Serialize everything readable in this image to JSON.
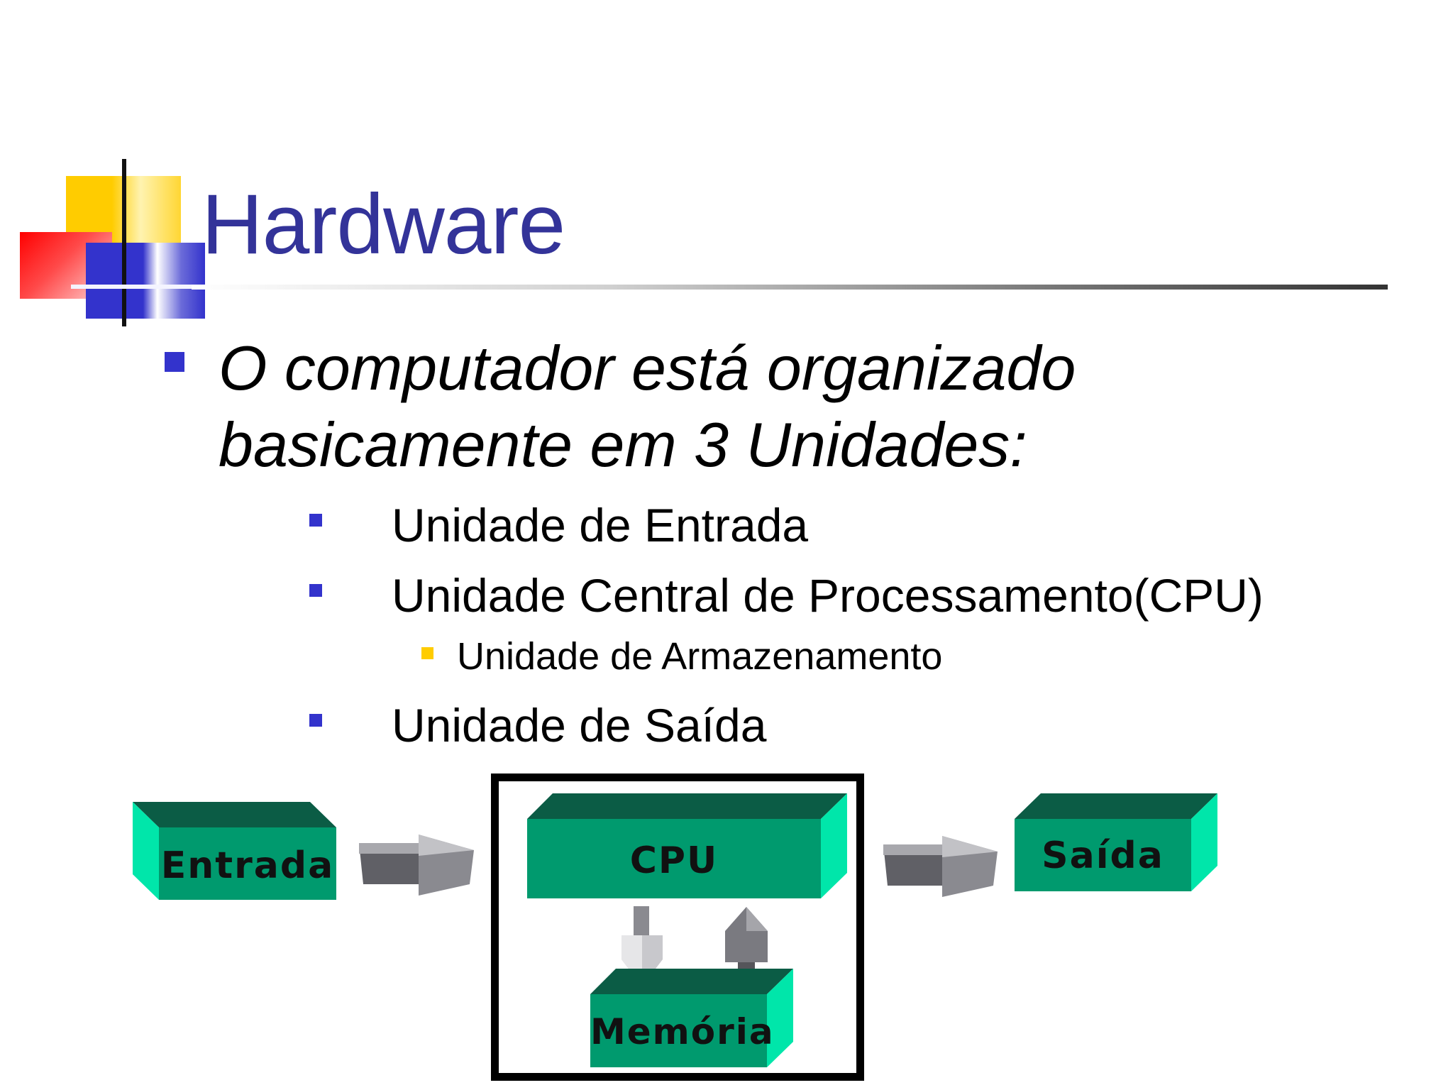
{
  "slide": {
    "title": "Hardware",
    "lead_text_line1": "O computador está organizado",
    "lead_text_line2": "basicamente em 3 Unidades:",
    "units": [
      {
        "label": "Unidade de Entrada"
      },
      {
        "label": "Unidade Central de Processamento(CPU)"
      },
      {
        "label": "Unidade de Saída"
      }
    ],
    "cpu_sub_unit": "Unidade de Armazenamento"
  },
  "diagram": {
    "entrada_label": "Entrada",
    "cpu_label": "CPU",
    "memoria_label": "Memória",
    "saida_label": "Saída"
  },
  "colors": {
    "title": "#333399",
    "bullet": "#3333cc",
    "sub_bullet": "#ffcc00",
    "box_front": "#009a6e",
    "box_top": "#0b5c45",
    "box_side": "#00e6aa"
  }
}
